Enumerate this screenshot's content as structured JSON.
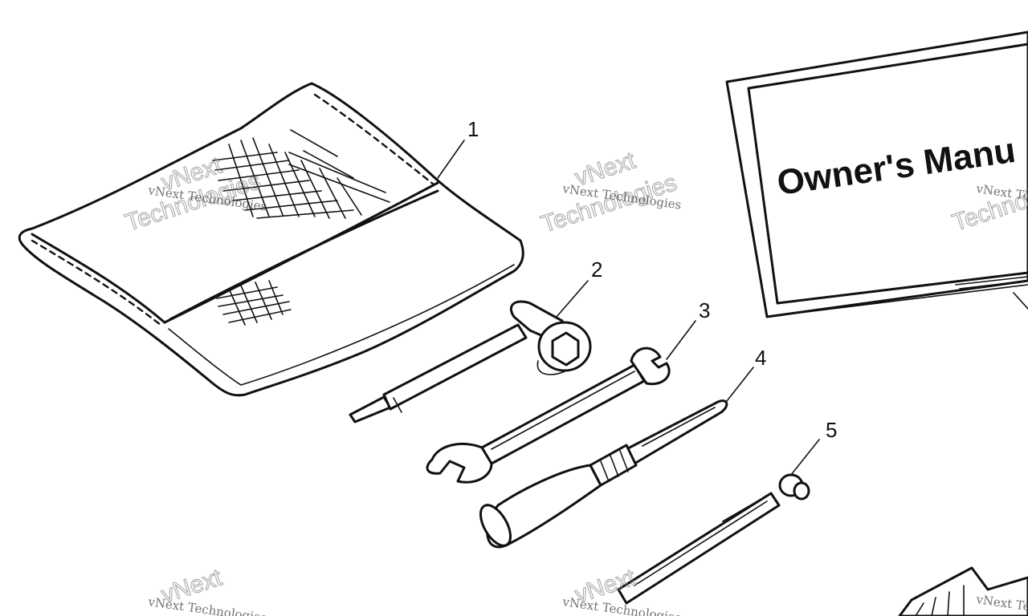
{
  "diagram": {
    "callouts": [
      "1",
      "2",
      "3",
      "4",
      "5"
    ],
    "manual_cover_text": "Owner's Manu",
    "watermark": {
      "brand": "vNext",
      "name": "Technologies",
      "line": "vNext Technologies"
    }
  }
}
